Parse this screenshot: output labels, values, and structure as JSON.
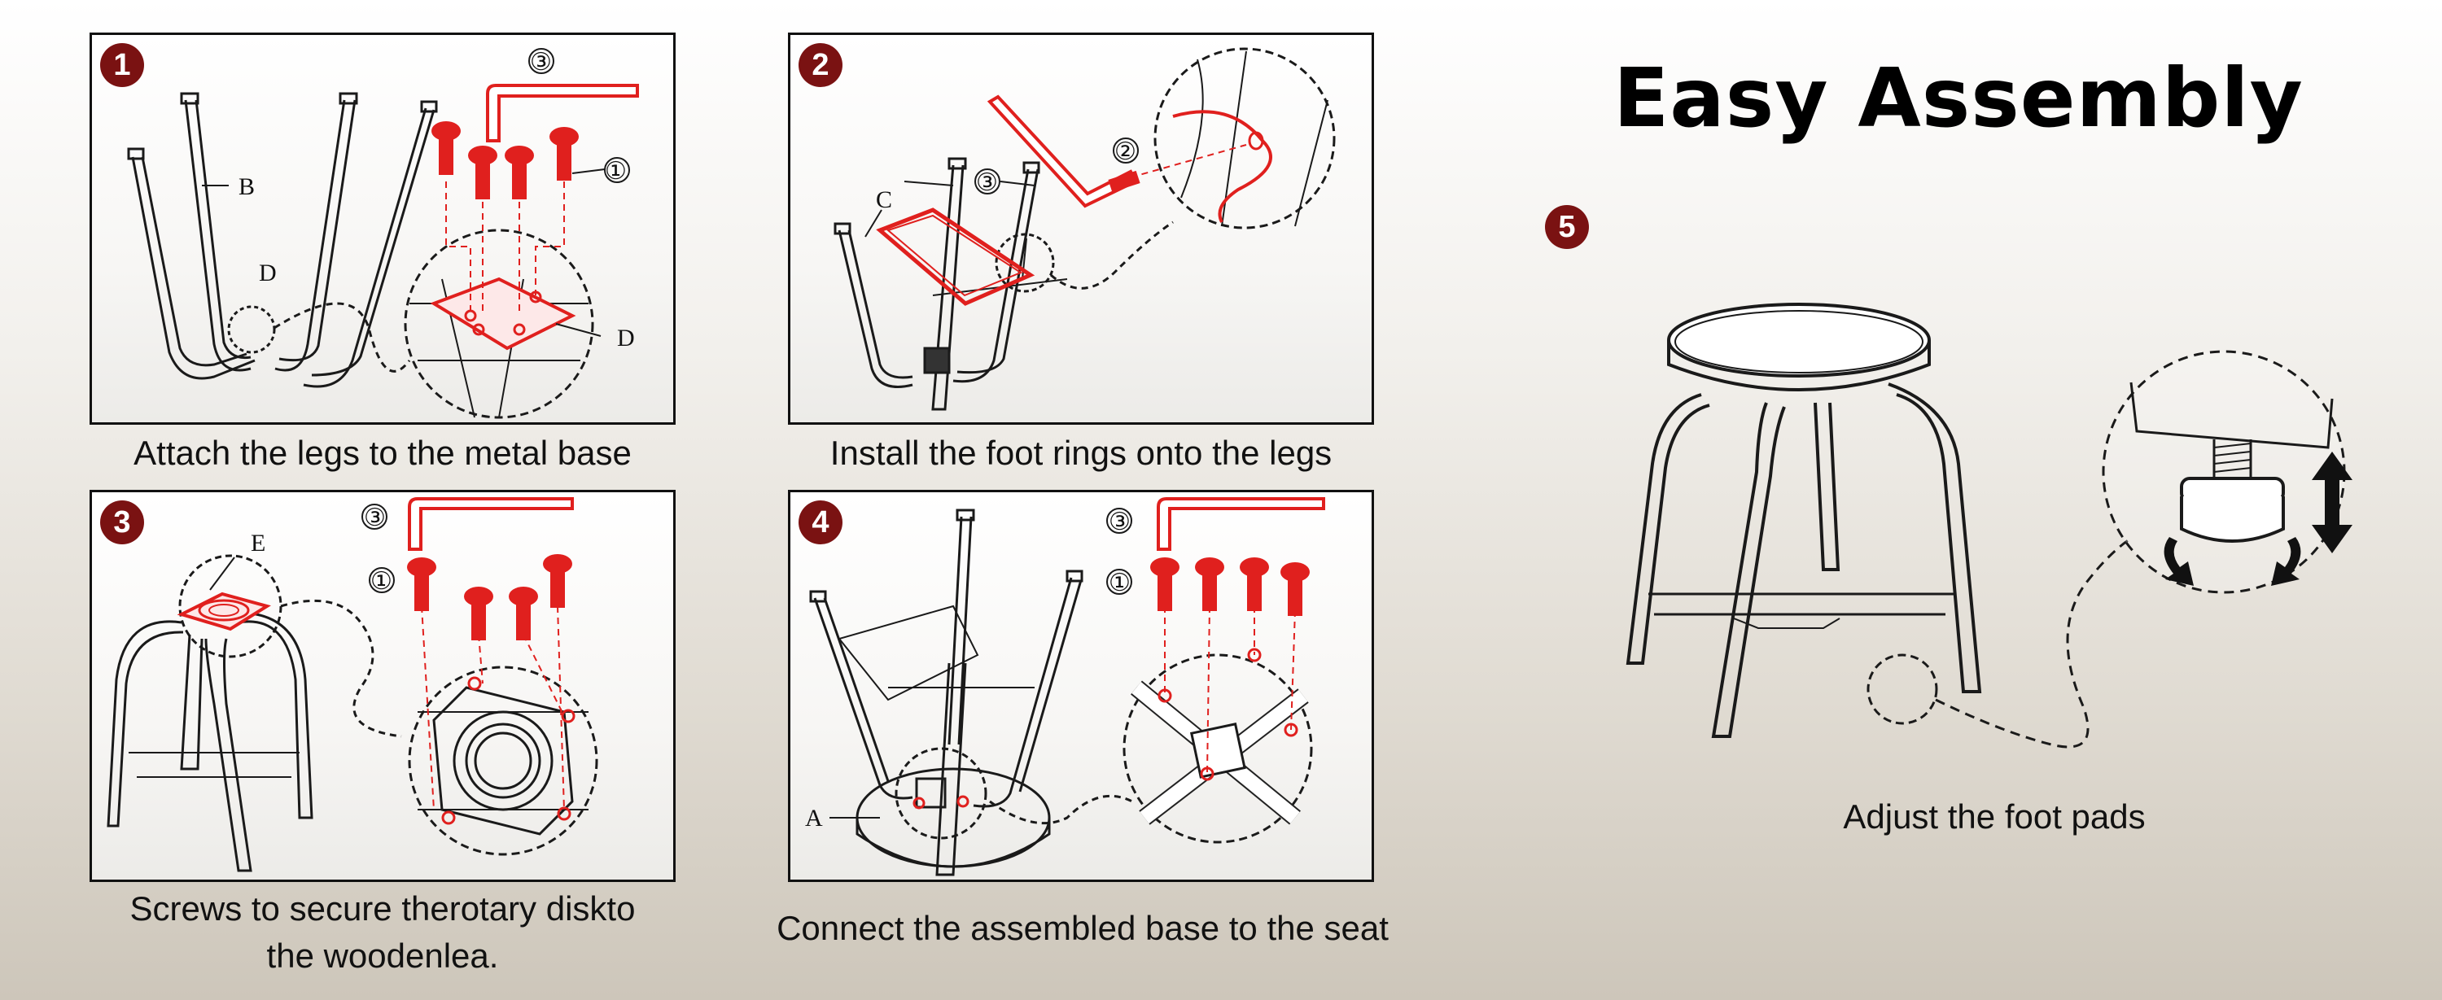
{
  "title": "Easy Assembly",
  "steps": [
    {
      "num": "1",
      "caption": "Attach the legs to the metal base",
      "labels": [
        "B",
        "D",
        "D",
        "③",
        "①"
      ]
    },
    {
      "num": "2",
      "caption": "Install the foot rings onto the legs",
      "labels": [
        "C",
        "③",
        "②"
      ]
    },
    {
      "num": "3",
      "caption_line1": "Screws to secure therotary diskto",
      "caption_line2": "the woodenlea.",
      "labels": [
        "E",
        "③",
        "①"
      ]
    },
    {
      "num": "4",
      "caption": "Connect the assembled base to the seat",
      "labels": [
        "A",
        "③",
        "①"
      ]
    },
    {
      "num": "5",
      "caption": "Adjust the foot pads"
    }
  ],
  "colors": {
    "badge": "#7a1212",
    "highlight": "#e0201e",
    "line": "#1a1a1a"
  }
}
